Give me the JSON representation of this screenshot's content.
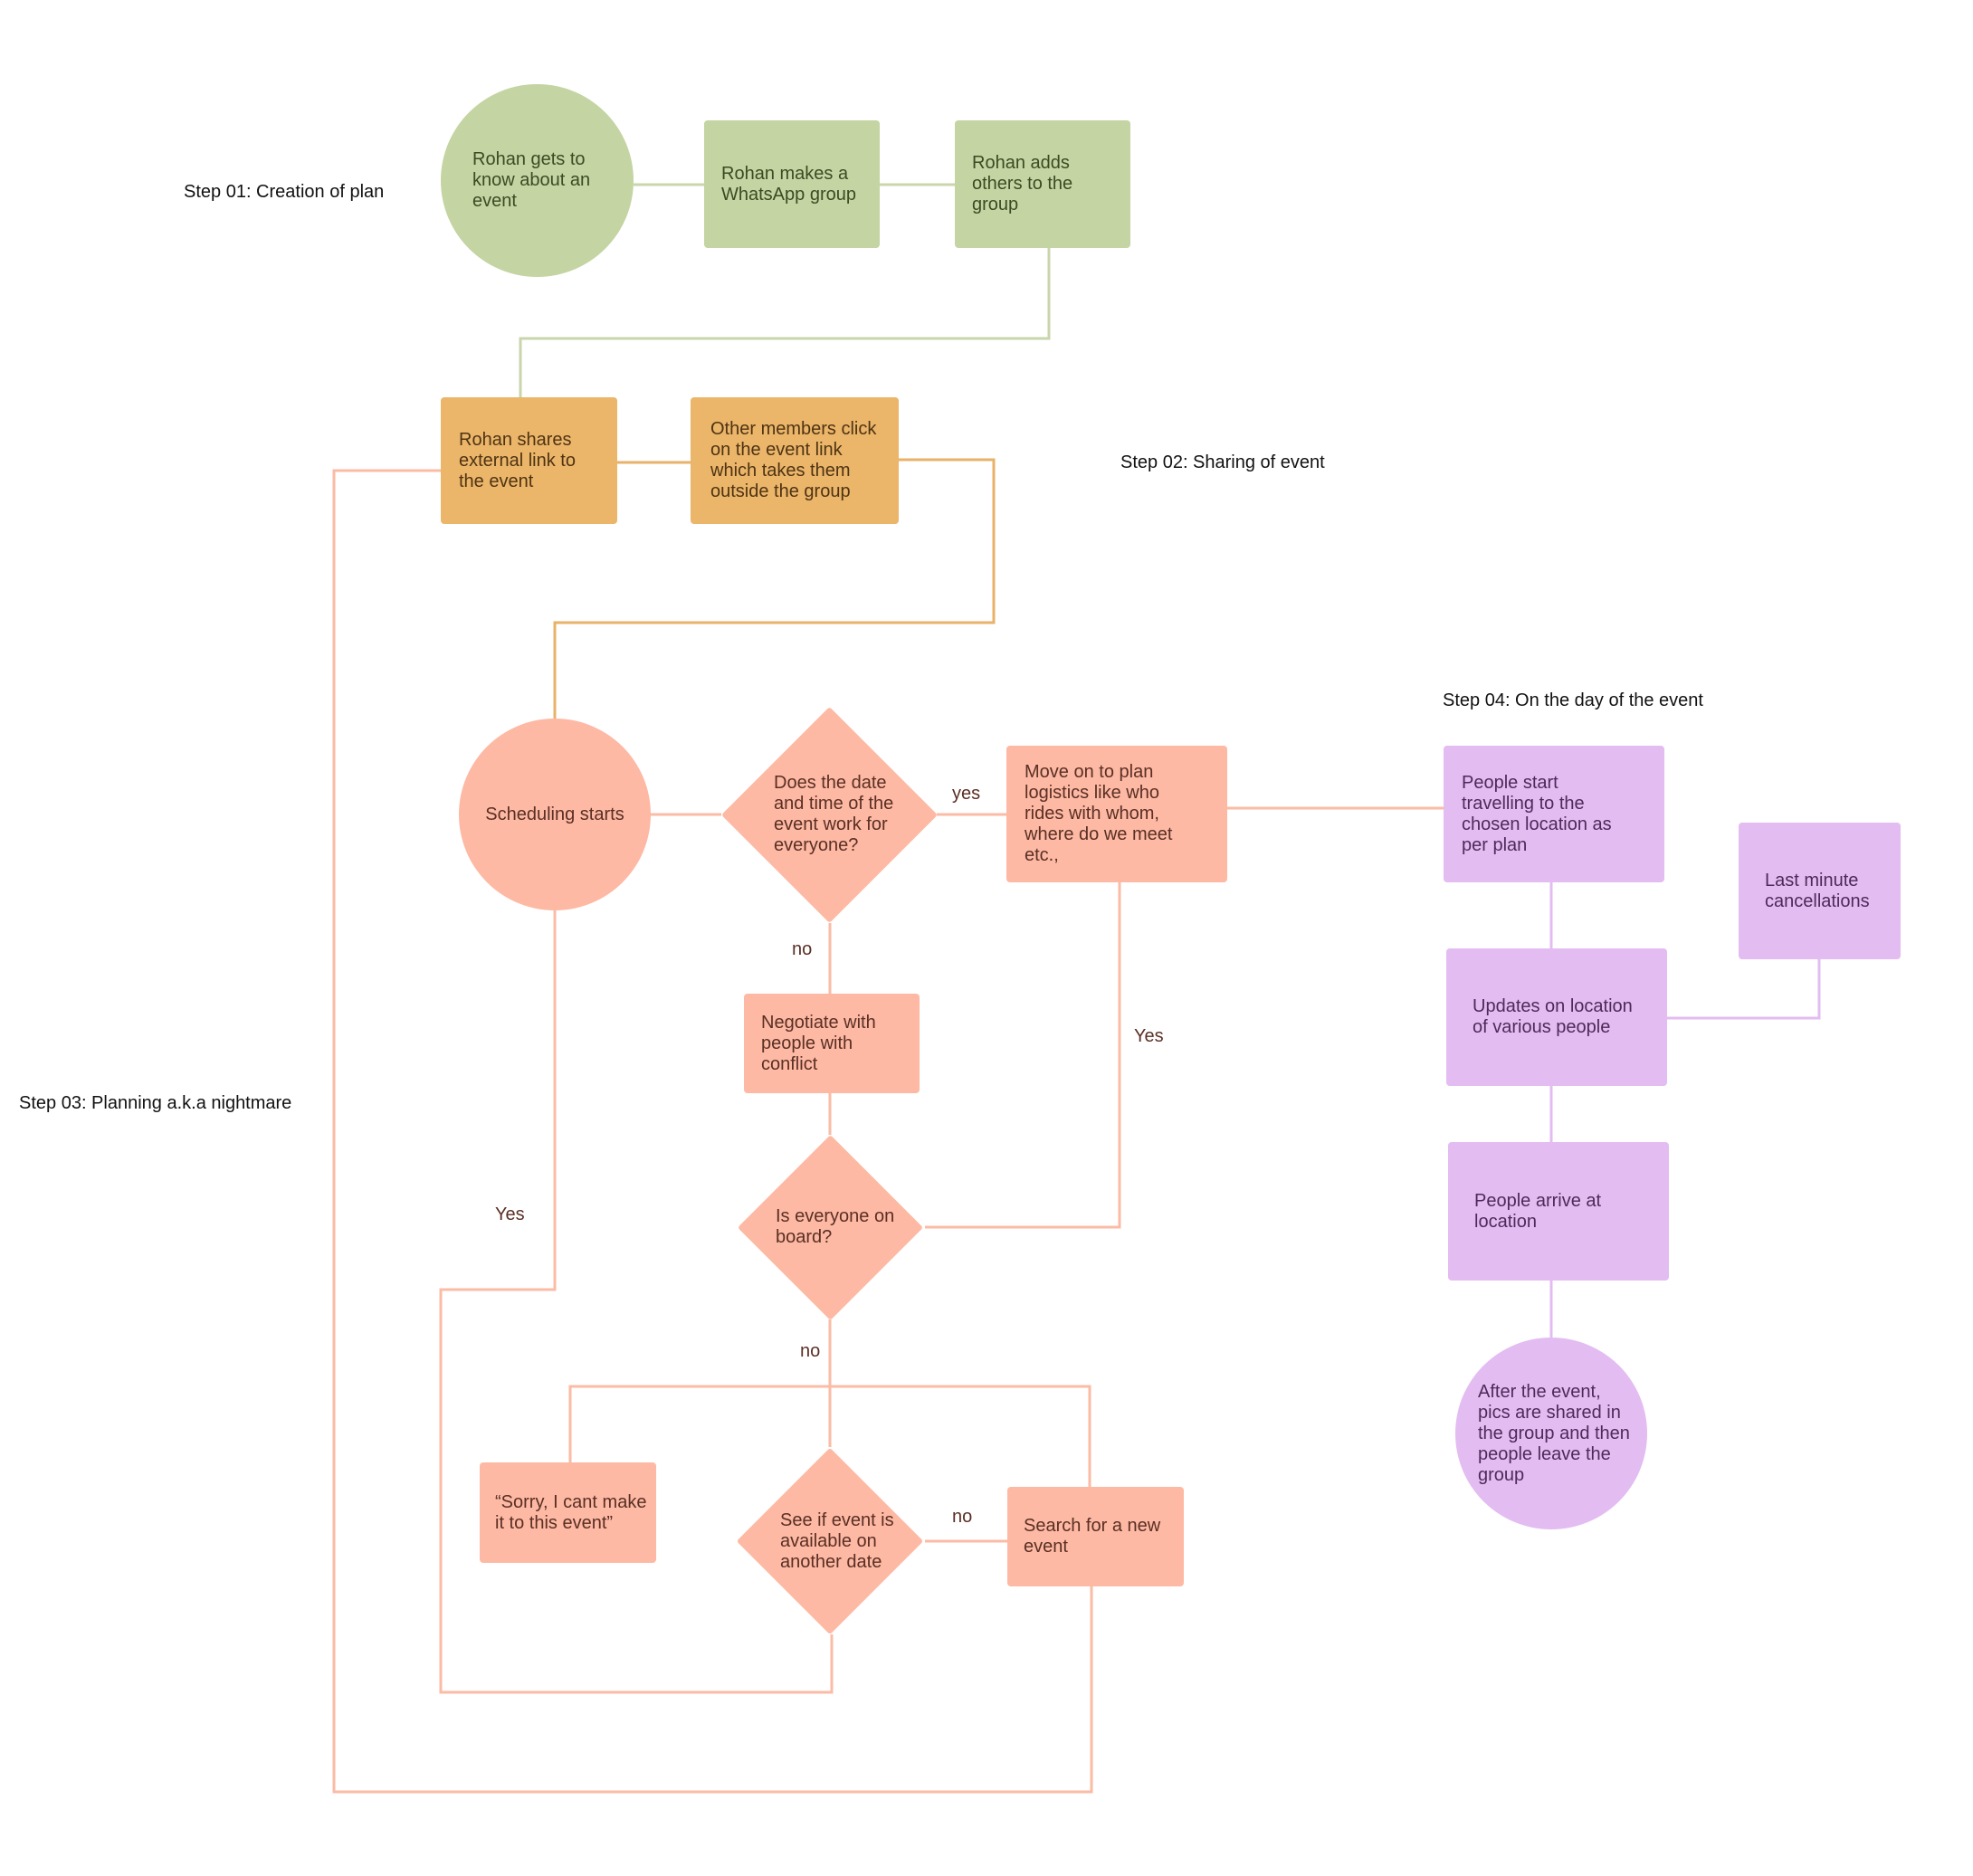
{
  "steps": {
    "s1": "Step 01: Creation of plan",
    "s2": "Step 02: Sharing of event",
    "s3": "Step 03: Planning a.k.a nightmare",
    "s4": "Step 04: On the day of the event"
  },
  "nodes": {
    "rohan_knows": "Rohan gets to know about an event",
    "whatsapp_group": "Rohan makes a WhatsApp group",
    "adds_others": "Rohan adds others to the group",
    "shares_link": "Rohan shares external link to the event",
    "members_click": "Other members click on the event link which takes them outside the group",
    "scheduling_starts": "Scheduling starts",
    "date_works": "Does the date and time of the event work for everyone?",
    "plan_logistics": "Move on to plan logistics like who rides with whom, where do we meet etc.,",
    "negotiate": "Negotiate with people with conflict",
    "everyone_on_board": "Is everyone on board?",
    "sorry": "“Sorry, I cant make it to this event”",
    "another_date": "See if event is available on another date",
    "search_new": "Search for a new event",
    "start_travelling": "People start travelling to the chosen location as per plan",
    "last_minute": "Last minute cancellations",
    "updates_location": "Updates on location of various people",
    "arrive_location": "People arrive at location",
    "after_event": "After the event, pics are shared in the group and then people leave the group"
  },
  "edge_labels": {
    "yes_logistics": "yes",
    "no_negotiate": "no",
    "yes_onboard": "Yes",
    "yes_scheduling": "Yes",
    "no_onboard": "no",
    "no_another_date": "no"
  },
  "colors": {
    "step1_fill": "#c4d4a2",
    "step1_line": "#c9d6ac",
    "step2_fill": "#ebb56a",
    "step2_line": "#e8b26a",
    "step3_fill": "#fdb9a3",
    "step3_line": "#fbbba5",
    "step4_fill": "#e3bcf1",
    "step4_line": "#e3bcf1"
  }
}
